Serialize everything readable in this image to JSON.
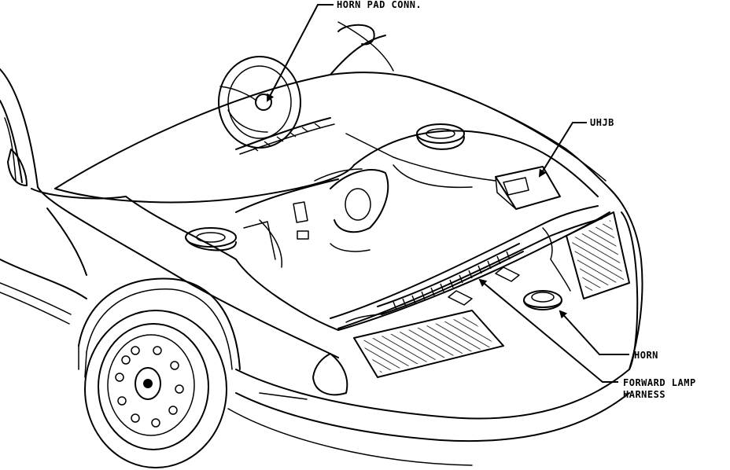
{
  "colors": {
    "ink": "#000000",
    "paper": "#ffffff"
  },
  "callouts": {
    "horn_pad_conn": "HORN PAD CONN.",
    "uhjb": "UHJB",
    "horn": "HORN",
    "forward_lamp_line1": "FORWARD LAMP",
    "forward_lamp_line2": "HARNESS"
  }
}
